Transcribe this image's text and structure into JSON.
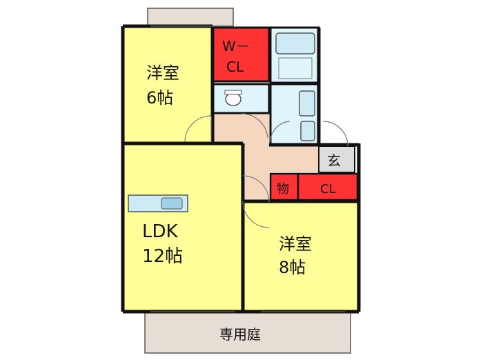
{
  "rooms": {
    "western1": {
      "name": "洋室",
      "size": "6帖"
    },
    "walkin_closet": {
      "line1": "W－",
      "line2": "CL"
    },
    "ldk": {
      "name": "LDK",
      "size": "12帖"
    },
    "western2": {
      "name": "洋室",
      "size": "8帖"
    },
    "entrance": {
      "name": "玄"
    },
    "storage": {
      "name": "物"
    },
    "closet": {
      "name": "CL"
    },
    "garden": {
      "name": "専用庭"
    }
  },
  "colors": {
    "room": "#ffff99",
    "closet": "#ff3333",
    "wet": "#dff4fb",
    "hall": "#f5d6bf",
    "balcony": "#e6ddd4",
    "wall": "#111111"
  }
}
